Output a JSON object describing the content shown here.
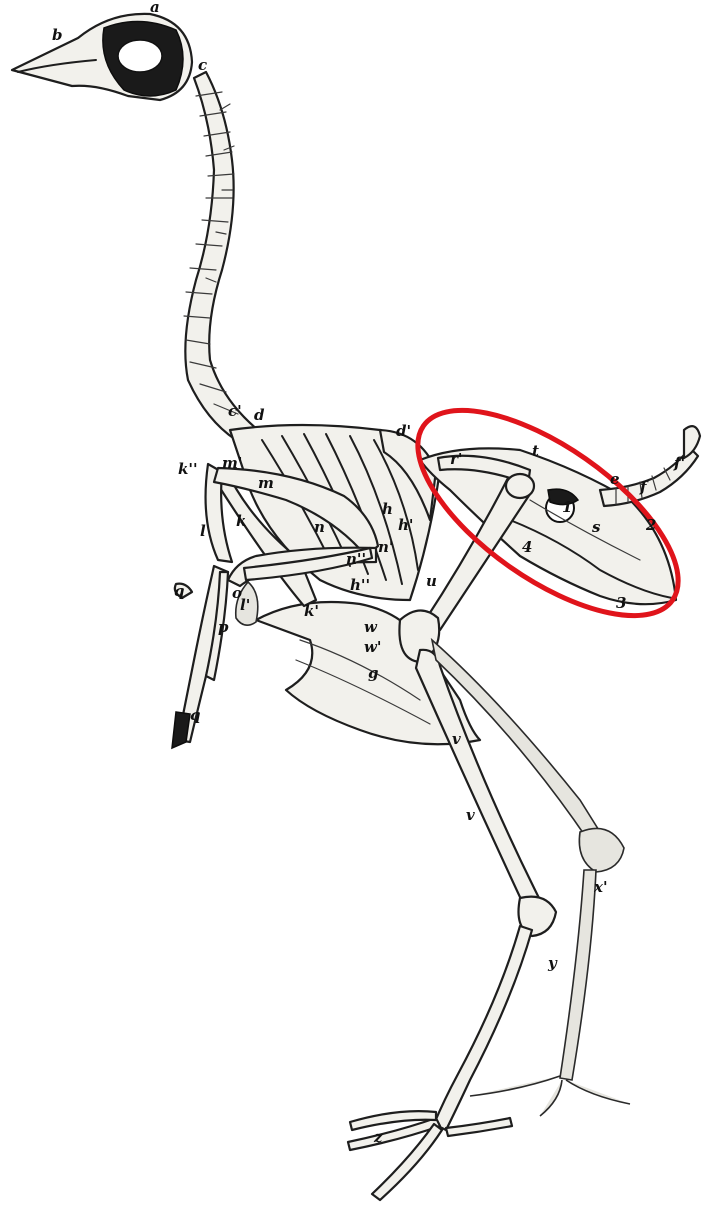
{
  "colors": {
    "background": "#ffffff",
    "bone": "#f2f1ec",
    "ink": "#1e1e1e",
    "highlight": "#e0141b"
  },
  "highlight": {
    "shape": "ellipse",
    "target": "pelvis",
    "color": "#e0141b"
  },
  "labels": {
    "a": "a",
    "b": "b",
    "c": "c",
    "c_prime": "c'",
    "d": "d",
    "d_prime": "d'",
    "e": "e",
    "f": "f",
    "f_prime": "f'",
    "g": "g",
    "h": "h",
    "h_prime": "h'",
    "h_dprime": "h''",
    "k": "k",
    "k_prime": "k'",
    "k_dprime": "k''",
    "l": "l",
    "l_prime": "l'",
    "m": "m",
    "m_prime": "m'",
    "n": "n",
    "n_prime": "n'",
    "n_dprime": "n''",
    "o": "o",
    "p": "p",
    "q": "q",
    "q_low": "q",
    "r_prime": "r'",
    "s": "s",
    "t": "t",
    "u": "u",
    "v": "v",
    "v_low": "v",
    "w": "w",
    "w_prime": "w'",
    "x_prime": "x'",
    "y": "y",
    "z": "z",
    "one": "1",
    "two": "2",
    "three": "3",
    "four": "4"
  }
}
